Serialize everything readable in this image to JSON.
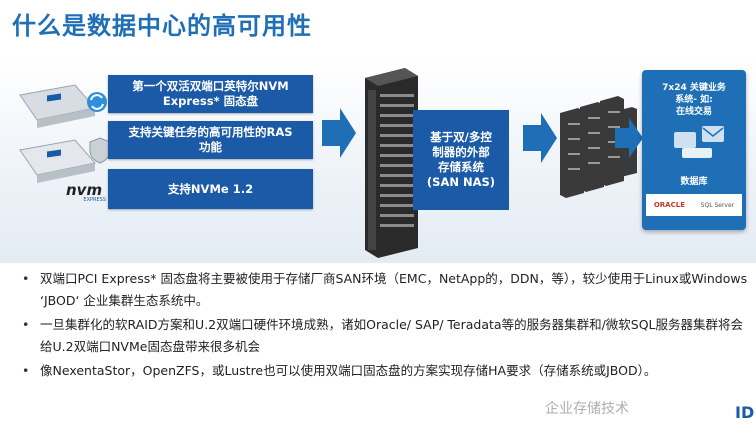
{
  "title": "什么是数据中心的高可用性",
  "features": [
    {
      "label_line1": "第一个双活双端口英特尔NVM",
      "label_line2": "Express* 固态盘"
    },
    {
      "label_line1": "支持关键任务的高可用性的RAS",
      "label_line2": "功能"
    },
    {
      "label_line1": "支持NVMe 1.2",
      "label_line2": ""
    }
  ],
  "nvm_logo": "nvm",
  "nvm_logo_sub": "EXPRESS",
  "center": {
    "line1": "基于双/多控",
    "line2": "制器的外部",
    "line3": "存储系统",
    "line4": "(SAN NAS)"
  },
  "right_panel": {
    "line1": "7x24 关键业务",
    "line2": "系统- 如:",
    "line3": "在线交易",
    "db_label": "数据库",
    "logo1": "ORACLE",
    "logo2": "SQL Server"
  },
  "bullets": [
    "双端口PCI Express* 固态盘将主要被使用于存储厂商SAN环境（EMC，NetApp的，DDN，等），较少使用于Linux或Windows ‘JBOD‘ 企业集群生态系统中。",
    "一旦集群化的软RAID方案和U.2双端口硬件环境成熟，诸如Oracle/ SAP/ Teradata等的服务器集群和/微软SQL服务器集群将会给U.2双端口NVMe固态盘带来很多机会",
    "像NexentaStor，OpenZFS，或Lustre也可以使用双端口固态盘的方案实现存储HA要求（存储系统或JBOD）。"
  ],
  "watermark": "企业存储技术",
  "corner_logo": "ID",
  "colors": {
    "brand_blue": "#1a5aa6",
    "title_blue": "#1f6fb6"
  }
}
